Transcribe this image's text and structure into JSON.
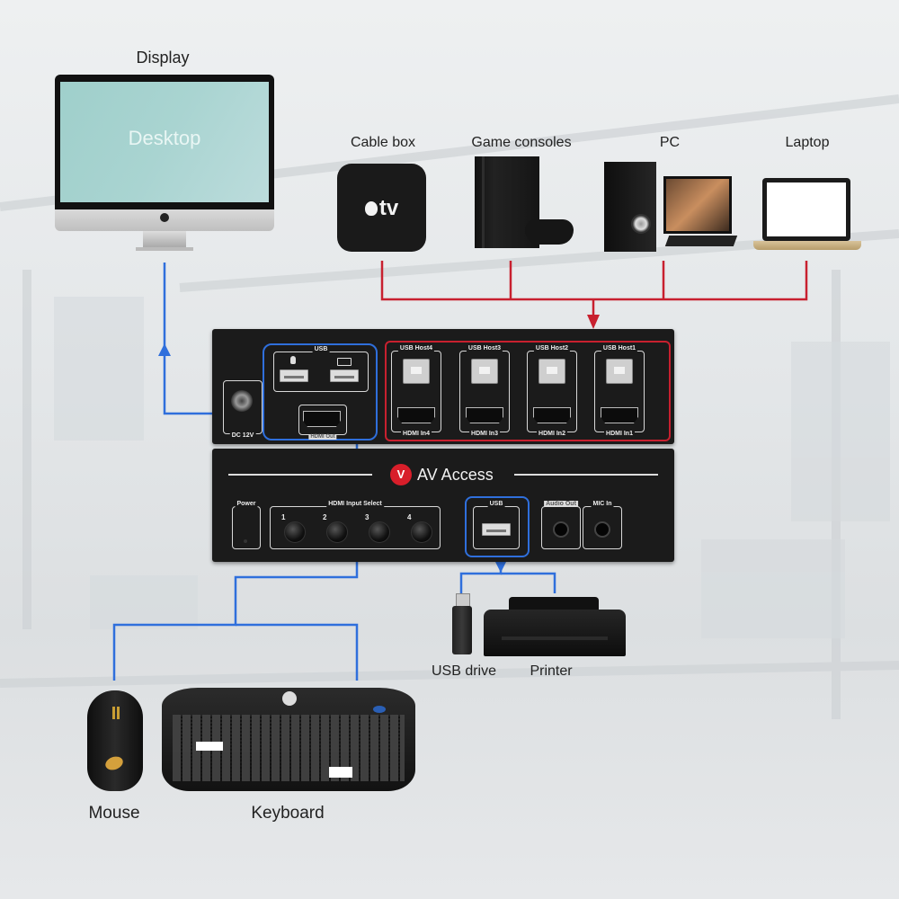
{
  "diagram": {
    "title": "AV Access 4-port HDMI KVM switch connection diagram",
    "colors": {
      "input_wire": "#c8202f",
      "output_wire": "#2f6fdc",
      "brand_red": "#d81e2a",
      "panel": "#1b1b1b"
    },
    "display": {
      "label": "Display",
      "screen_text": "Desktop",
      "icon": "monitor-icon"
    },
    "sources": [
      {
        "label": "Cable box",
        "icon": "apple-tv-icon",
        "device_text": "tv"
      },
      {
        "label": "Game consoles",
        "icon": "game-console-icon"
      },
      {
        "label": "PC",
        "icon": "desktop-pc-icon"
      },
      {
        "label": "Laptop",
        "icon": "laptop-icon"
      }
    ],
    "rear_panel": {
      "power_label": "DC 12V",
      "usb_group_label": "USB",
      "hdmi_out_label": "HDMI Out",
      "hosts": [
        {
          "usb_label": "USB Host4",
          "hdmi_label": "HDMI In4"
        },
        {
          "usb_label": "USB Host3",
          "hdmi_label": "HDMI In3"
        },
        {
          "usb_label": "USB Host2",
          "hdmi_label": "HDMI In2"
        },
        {
          "usb_label": "USB Host1",
          "hdmi_label": "HDMI In1"
        }
      ]
    },
    "front_panel": {
      "brand": "AV Access",
      "power_label": "Power",
      "input_select_label": "HDMI Input Select",
      "buttons": [
        "1",
        "2",
        "3",
        "4"
      ],
      "usb_label": "USB",
      "audio_out_label": "Audio Out",
      "mic_in_label": "MIC In"
    },
    "peripherals": [
      {
        "label": "Mouse",
        "icon": "mouse-icon"
      },
      {
        "label": "Keyboard",
        "icon": "keyboard-icon"
      },
      {
        "label": "USB drive",
        "icon": "usb-drive-icon"
      },
      {
        "label": "Printer",
        "icon": "printer-icon"
      }
    ]
  }
}
